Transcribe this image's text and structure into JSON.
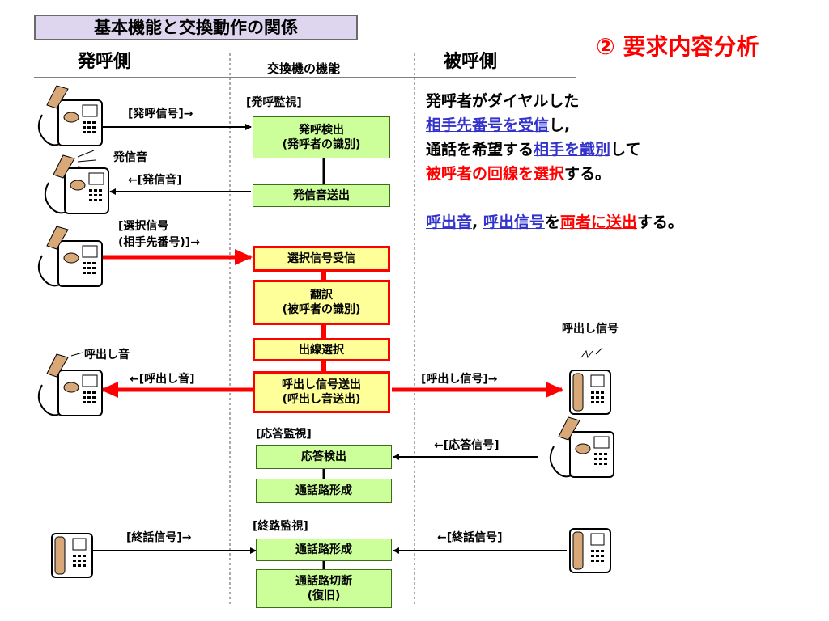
{
  "title": "基本機能と交換動作の関係",
  "section_title": "② 要求内容分析",
  "columns": {
    "caller": "発呼側",
    "exchange": "交換機の機能",
    "callee": "被呼側"
  },
  "boxes": {
    "detect_call": [
      "発呼検出",
      "(発呼者の識別)"
    ],
    "send_dial_tone": "発信音送出",
    "receive_selection": "選択信号受信",
    "translate": [
      "翻訳",
      "(被呼者の識別)"
    ],
    "select_line": "出線選択",
    "send_ring": [
      "呼出し信号送出",
      "(呼出し音送出)"
    ],
    "detect_answer": "応答検出",
    "form_path": "通話路形成",
    "form_path_2": "通話路形成",
    "disconnect": [
      "通話路切断",
      "(復旧)"
    ]
  },
  "monitors": {
    "call": "[発呼監視]",
    "answer": "[応答監視]",
    "termination": "[終路監視]"
  },
  "signals": {
    "call_signal": "[発呼信号]→",
    "dial_tone_label": "発信音",
    "dial_tone_signal": "←[発信音]",
    "selection_signal": [
      "[選択信号",
      "(相手先番号)]→"
    ],
    "ringback_label": "呼出し音",
    "ringback_signal": "←[呼出し音]",
    "ring_label": "呼出し信号",
    "ring_signal": "[呼出し信号]→",
    "answer_signal": "←[応答信号]",
    "end_signal_left": "[終話信号]→",
    "end_signal_right": "←[終話信号]"
  },
  "description": {
    "l1": "発呼者がダイヤルした",
    "l2a": "相手先番号を受信",
    "l2b": "し,",
    "l3a": "通話を希望する",
    "l3b": "相手を識別",
    "l3c": "して",
    "l4a": "被呼者の回線を選択",
    "l4b": "する。",
    "l5a": "呼出音",
    "l5b": ",",
    "l5c": "呼出信号",
    "l5d": "を",
    "l5e": "両者に送出",
    "l5f": "する。"
  },
  "colors": {
    "accent_red": "#ff0000",
    "link_blue": "#3333cc",
    "box_green": "#ccff99",
    "box_yellow": "#ffff99",
    "phone_tan": "#d8a878"
  }
}
